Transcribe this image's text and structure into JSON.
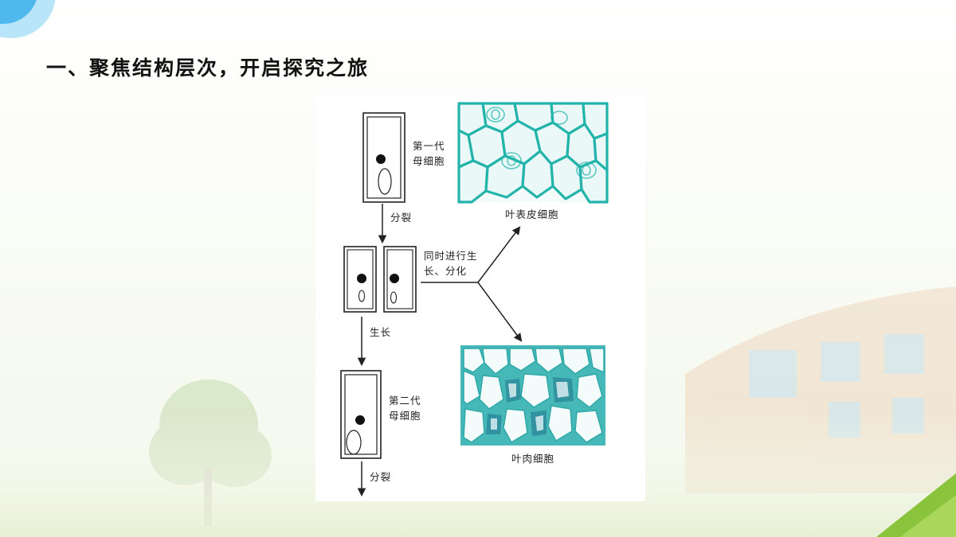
{
  "slide": {
    "title": "一、聚焦结构层次，开启探究之旅"
  },
  "diagram": {
    "first_mother_cell": [
      "第一代",
      "母细胞"
    ],
    "divide_label_1": "分裂",
    "growth_diff_label": [
      "同时进行生",
      "长、分化"
    ],
    "growth_label": "生长",
    "second_mother_cell": [
      "第二代",
      "母细胞"
    ],
    "divide_label_2": "分裂",
    "epidermis_caption": "叶表皮细胞",
    "mesophyll_caption": "叶肉细胞"
  },
  "colors": {
    "accent_blue": "#4fb8ec",
    "accent_green": "#8ac33c",
    "stain_teal": "#2bb8b0",
    "mesophyll_teal": "#46b8b8"
  }
}
